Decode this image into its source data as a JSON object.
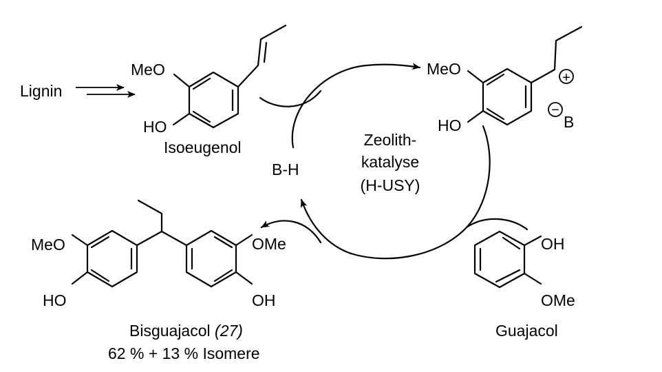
{
  "labels": {
    "lignin": "Lignin",
    "isoeugenol_name": "Isoeugenol",
    "isoeugenol_meo": "MeO",
    "isoeugenol_ho": "HO",
    "cation_meo": "MeO",
    "cation_ho": "HO",
    "plus_sign": "+",
    "base_minus": "−",
    "base_letter": "B",
    "acid": "B-H",
    "catalysis_line1": "Zeolith-",
    "catalysis_line2": "katalyse",
    "catalysis_line3": "(H-USY)",
    "bis_meo_left": "MeO",
    "bis_ho_left": "HO",
    "bis_ome_right": "OMe",
    "bis_oh_right": "OH",
    "bis_name_main": "Bisguajacol ",
    "bis_name_number": "(27)",
    "bis_yield": "62 % + 13 % Isomere",
    "guajacol_oh": "OH",
    "guajacol_ome": "OMe",
    "guajacol_name": "Guajacol"
  }
}
